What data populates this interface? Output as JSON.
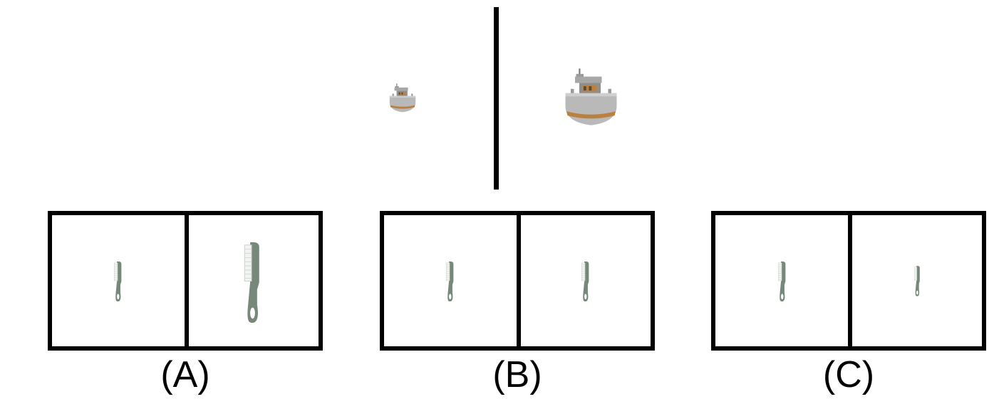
{
  "colors": {
    "frame": "#000000",
    "comb": "#75887a",
    "comb_teeth": "#f2f4f2",
    "hull": "#b9b9b9",
    "hull_stripe": "#b9803f",
    "cabin": "#8e8e8e",
    "background": "#ffffff"
  },
  "reference": {
    "left_object": "boat-icon",
    "right_object": "boat-icon"
  },
  "options": [
    {
      "label": "(A)",
      "left": "comb-icon",
      "right": "comb-icon"
    },
    {
      "label": "(B)",
      "left": "comb-icon",
      "right": "comb-icon"
    },
    {
      "label": "(C)",
      "left": "comb-icon",
      "right": "comb-icon"
    }
  ]
}
